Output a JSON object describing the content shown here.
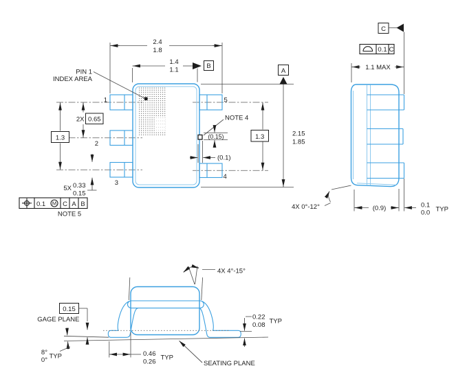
{
  "colors": {
    "package_line": "#3a9fe0",
    "package_line_light": "#8cc8ee",
    "dimension_line": "#4a4a4a",
    "text": "#1d1d1d",
    "background": "#ffffff"
  },
  "top_view": {
    "dim_total_width": {
      "max": "2.4",
      "min": "1.8"
    },
    "dim_body_width": {
      "max": "1.4",
      "min": "1.1"
    },
    "datum_a": "A",
    "datum_b": "B",
    "pin1_callout": {
      "line1": "PIN 1",
      "line2": "INDEX AREA"
    },
    "pins": {
      "p1": "1",
      "p2": "2",
      "p3": "3",
      "p4": "4",
      "p5": "5"
    },
    "dim_pitch": {
      "prefix": "2X",
      "value": "0.65"
    },
    "dim_pin_span_left": "1.3",
    "dim_pin_span_right": "1.3",
    "dim_total_height": {
      "max": "2.15",
      "min": "1.85"
    },
    "note4_label": "NOTE 4",
    "dim_feature_height": "(0.15)",
    "dim_feature_gap": "(0.1)",
    "dim_lead_width": {
      "prefix": "5X",
      "max": "0.33",
      "min": "0.15"
    },
    "position_fcf": {
      "tolerance": "0.1",
      "modifier": "M",
      "datum_1": "C",
      "datum_2": "A",
      "datum_3": "B"
    },
    "note5_label": "NOTE 5"
  },
  "side_view": {
    "datum_c": "C",
    "profile_fcf": {
      "tolerance": "0.1",
      "datum": "C"
    },
    "dim_thickness": "1.1 MAX",
    "dim_draft_angle": "4X 0°-12°",
    "dim_body_depth": "(0.9)",
    "dim_standoff": {
      "max": "0.1",
      "min": "0.0",
      "suffix": "TYP"
    }
  },
  "front_view": {
    "dim_lead_angle": "4X 4°-15°",
    "dim_gage": "0.15",
    "gage_plane_label": "GAGE PLANE",
    "dim_lead_thickness": {
      "max": "0.22",
      "min": "0.08",
      "suffix": "TYP"
    },
    "dim_foot_angle": {
      "max": "8°",
      "min": "0°",
      "suffix": "TYP"
    },
    "dim_foot_length": {
      "max": "0.46",
      "min": "0.26",
      "suffix": "TYP"
    },
    "seating_plane_label": "SEATING PLANE"
  }
}
